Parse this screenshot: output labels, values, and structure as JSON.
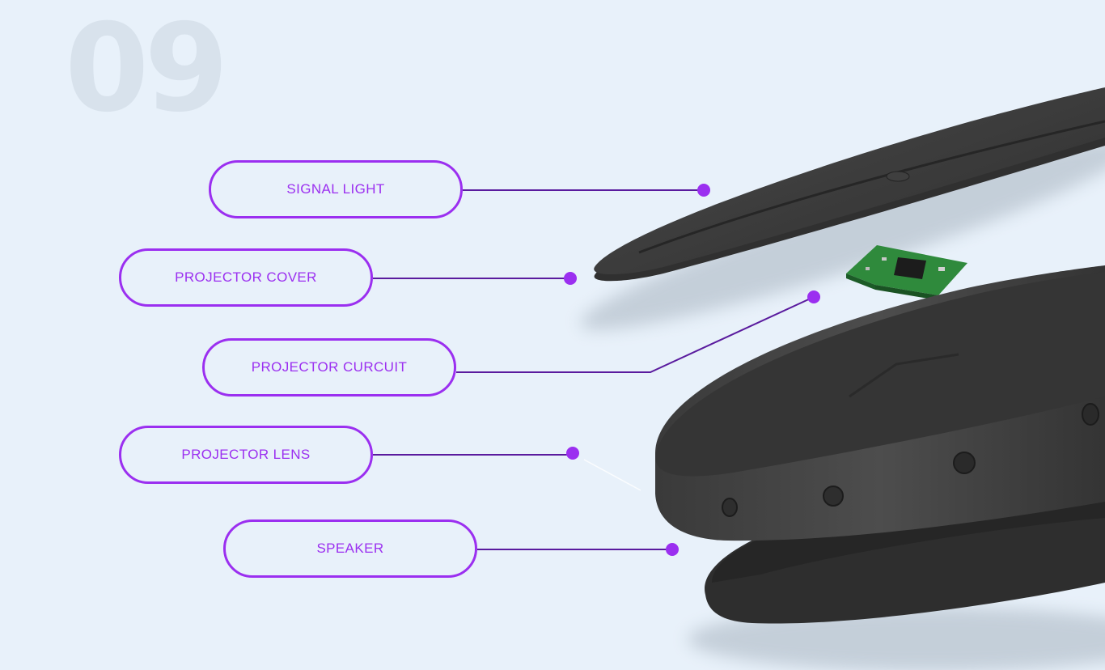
{
  "page": {
    "number": "09"
  },
  "colors": {
    "background": "#e8f1fa",
    "accent": "#9b2ff0",
    "line": "#5a1b9e",
    "device": "#3a3a3a",
    "number_watermark": "#d8e2ec"
  },
  "labels": [
    {
      "id": "signal-light",
      "text": "SIGNAL LIGHT"
    },
    {
      "id": "projector-cover",
      "text": "PROJECTOR COVER"
    },
    {
      "id": "projector-curcuit",
      "text": "PROJECTOR CURCUIT"
    },
    {
      "id": "projector-lens",
      "text": "PROJECTOR LENS"
    },
    {
      "id": "speaker",
      "text": "SPEAKER"
    }
  ]
}
